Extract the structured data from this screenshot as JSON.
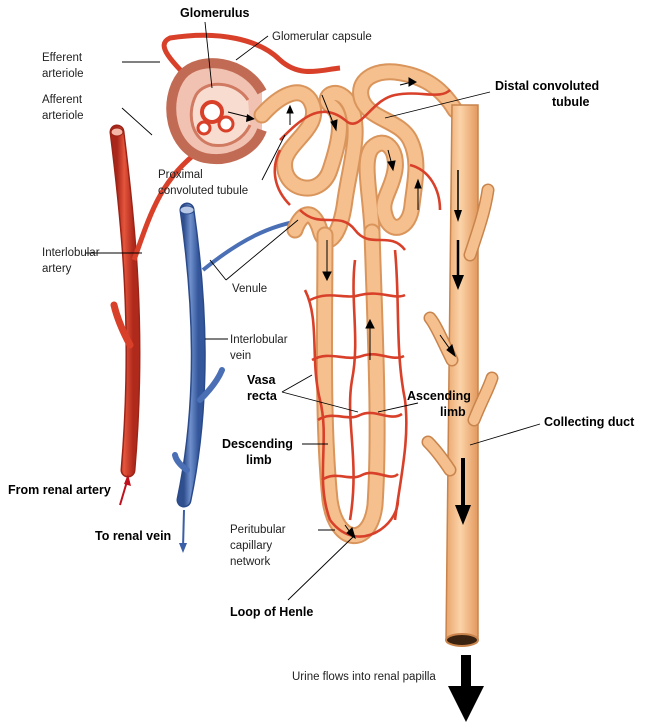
{
  "labels": {
    "glomerulus": "Glomerulus",
    "glomerular_capsule": "Glomerular capsule",
    "efferent_1": "Efferent",
    "efferent_2": "arteriole",
    "afferent_1": "Afferent",
    "afferent_2": "arteriole",
    "distal_1": "Distal convoluted",
    "distal_2": "tubule",
    "proximal_1": "Proximal",
    "proximal_2": "convoluted tubule",
    "interlobular_artery_1": "Interlobular",
    "interlobular_artery_2": "artery",
    "venule": "Venule",
    "interlobular_vein_1": "Interlobular",
    "interlobular_vein_2": "vein",
    "vasa_recta_1": "Vasa",
    "vasa_recta_2": "recta",
    "ascending_1": "Ascending",
    "ascending_2": "limb",
    "collecting_duct": "Collecting duct",
    "descending_1": "Descending",
    "descending_2": "limb",
    "from_renal_artery": "From renal artery",
    "to_renal_vein": "To renal vein",
    "peritubular_1": "Peritubular",
    "peritubular_2": "capillary",
    "peritubular_3": "network",
    "loop_of_henle": "Loop of Henle",
    "urine_flow": "Urine flows into renal papilla"
  },
  "colors": {
    "artery": "#d8402a",
    "vein": "#4a6fb5",
    "tubule": "#f5c08e",
    "tubule_edge": "#d9955c",
    "capillary": "#e0502e",
    "capsule": "#e6a48e"
  }
}
